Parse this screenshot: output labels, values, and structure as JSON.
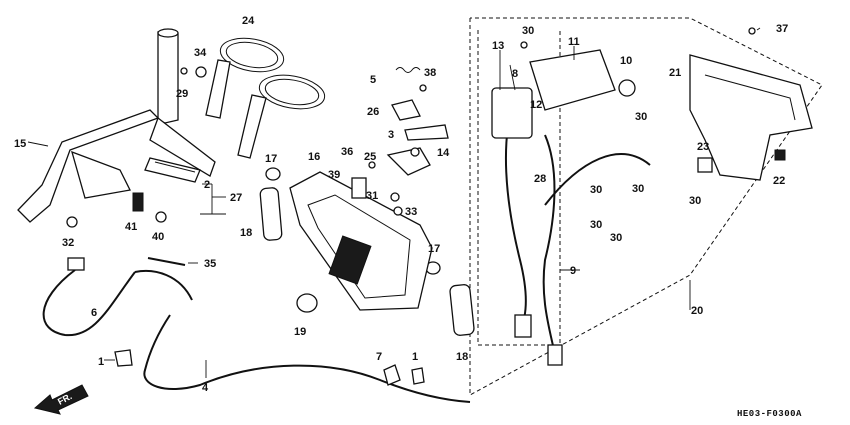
{
  "diagram_code": "HE03-F0300A",
  "front_marker": "FR.",
  "callouts": [
    {
      "n": "1",
      "name": "callout-1-left"
    },
    {
      "n": "1",
      "name": "callout-1-right"
    },
    {
      "n": "2"
    },
    {
      "n": "3"
    },
    {
      "n": "4"
    },
    {
      "n": "5"
    },
    {
      "n": "6"
    },
    {
      "n": "7"
    },
    {
      "n": "8"
    },
    {
      "n": "9"
    },
    {
      "n": "10"
    },
    {
      "n": "11"
    },
    {
      "n": "12"
    },
    {
      "n": "13"
    },
    {
      "n": "14"
    },
    {
      "n": "15"
    },
    {
      "n": "16"
    },
    {
      "n": "17",
      "name": "callout-17-top"
    },
    {
      "n": "17",
      "name": "callout-17-right"
    },
    {
      "n": "18",
      "name": "callout-18-left"
    },
    {
      "n": "18",
      "name": "callout-18-right"
    },
    {
      "n": "19"
    },
    {
      "n": "20"
    },
    {
      "n": "21"
    },
    {
      "n": "22"
    },
    {
      "n": "23"
    },
    {
      "n": "24"
    },
    {
      "n": "25"
    },
    {
      "n": "26"
    },
    {
      "n": "27"
    },
    {
      "n": "28"
    },
    {
      "n": "29"
    },
    {
      "n": "30",
      "name": "callout-30-top"
    },
    {
      "n": "30",
      "name": "callout-30-a"
    },
    {
      "n": "30",
      "name": "callout-30-b"
    },
    {
      "n": "30",
      "name": "callout-30-c"
    },
    {
      "n": "30",
      "name": "callout-30-d"
    },
    {
      "n": "30",
      "name": "callout-30-e"
    },
    {
      "n": "31"
    },
    {
      "n": "32"
    },
    {
      "n": "33"
    },
    {
      "n": "34"
    },
    {
      "n": "35"
    },
    {
      "n": "36"
    },
    {
      "n": "37"
    },
    {
      "n": "38"
    },
    {
      "n": "39"
    },
    {
      "n": "40"
    },
    {
      "n": "41"
    }
  ]
}
